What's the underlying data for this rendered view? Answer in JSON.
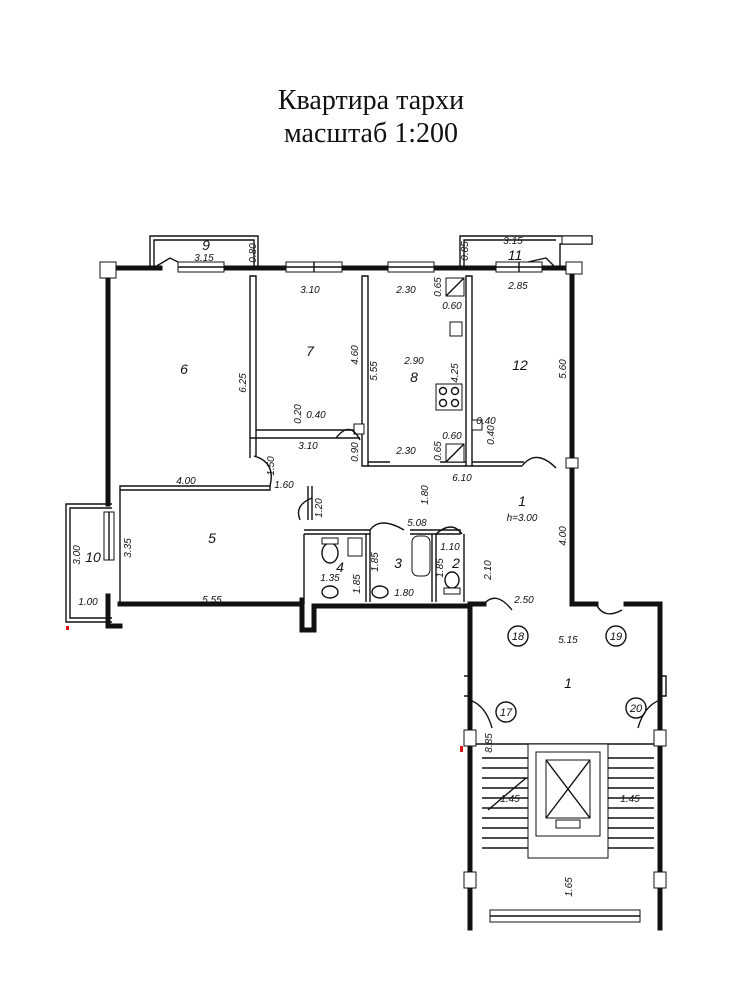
{
  "title": {
    "line1": "Квартира тархи",
    "line2": "масштаб 1:200"
  },
  "rooms": {
    "r1": "1",
    "r1_height": "h=3.00",
    "r1_hall": "1",
    "r2": "2",
    "r3": "3",
    "r4": "4",
    "r5": "5",
    "r6": "6",
    "r7": "7",
    "r8": "8",
    "r9": "9",
    "r10": "10",
    "r11": "11",
    "r12": "12"
  },
  "markers": {
    "m17": "17",
    "m18": "18",
    "m19": "19",
    "m20": "20"
  },
  "dims": {
    "d9_len": "3.15",
    "d9_w": "0.80",
    "d11_len": "3.15",
    "d11_w": "0.85",
    "d7_top": "3.10",
    "d8_top": "2.30",
    "d8_wall": "0.65",
    "d8_col": "0.60",
    "d12_top": "2.85",
    "d6_h": "6.25",
    "d7_h": "4.60",
    "d8_h": "5.55",
    "d8_w": "2.90",
    "d8_mid": "4.25",
    "d12_h": "5.60",
    "d7_c1": "0.20",
    "d7_c2": "0.40",
    "d12_c1": "0.40",
    "d12_c2": "0.40",
    "d7_bot": "3.10",
    "d_090": "0.90",
    "d8_bot": "2.30",
    "d8_bwall": "0.65",
    "d8_bcol": "0.60",
    "d_610": "6.10",
    "d_150": "1.50",
    "d6_bot": "4.00",
    "d_160": "1.60",
    "d_180": "1.80",
    "d_120": "1.20",
    "d_508": "5.08",
    "d_110": "1.10",
    "d_210": "2.10",
    "d1_h": "4.00",
    "d3_h": "1.85",
    "d2_h": "1.85",
    "d4_w": "1.35",
    "d4_h": "1.85",
    "d3_w": "1.80",
    "d10_h": "3.00",
    "d10_w": "3.35",
    "d10_bot": "1.00",
    "d5_bot": "5.55",
    "d_250": "2.50",
    "d_515": "5.15",
    "d_885": "8.85",
    "d_145a": "1.45",
    "d_145b": "1.45",
    "d_165": "1.65"
  }
}
